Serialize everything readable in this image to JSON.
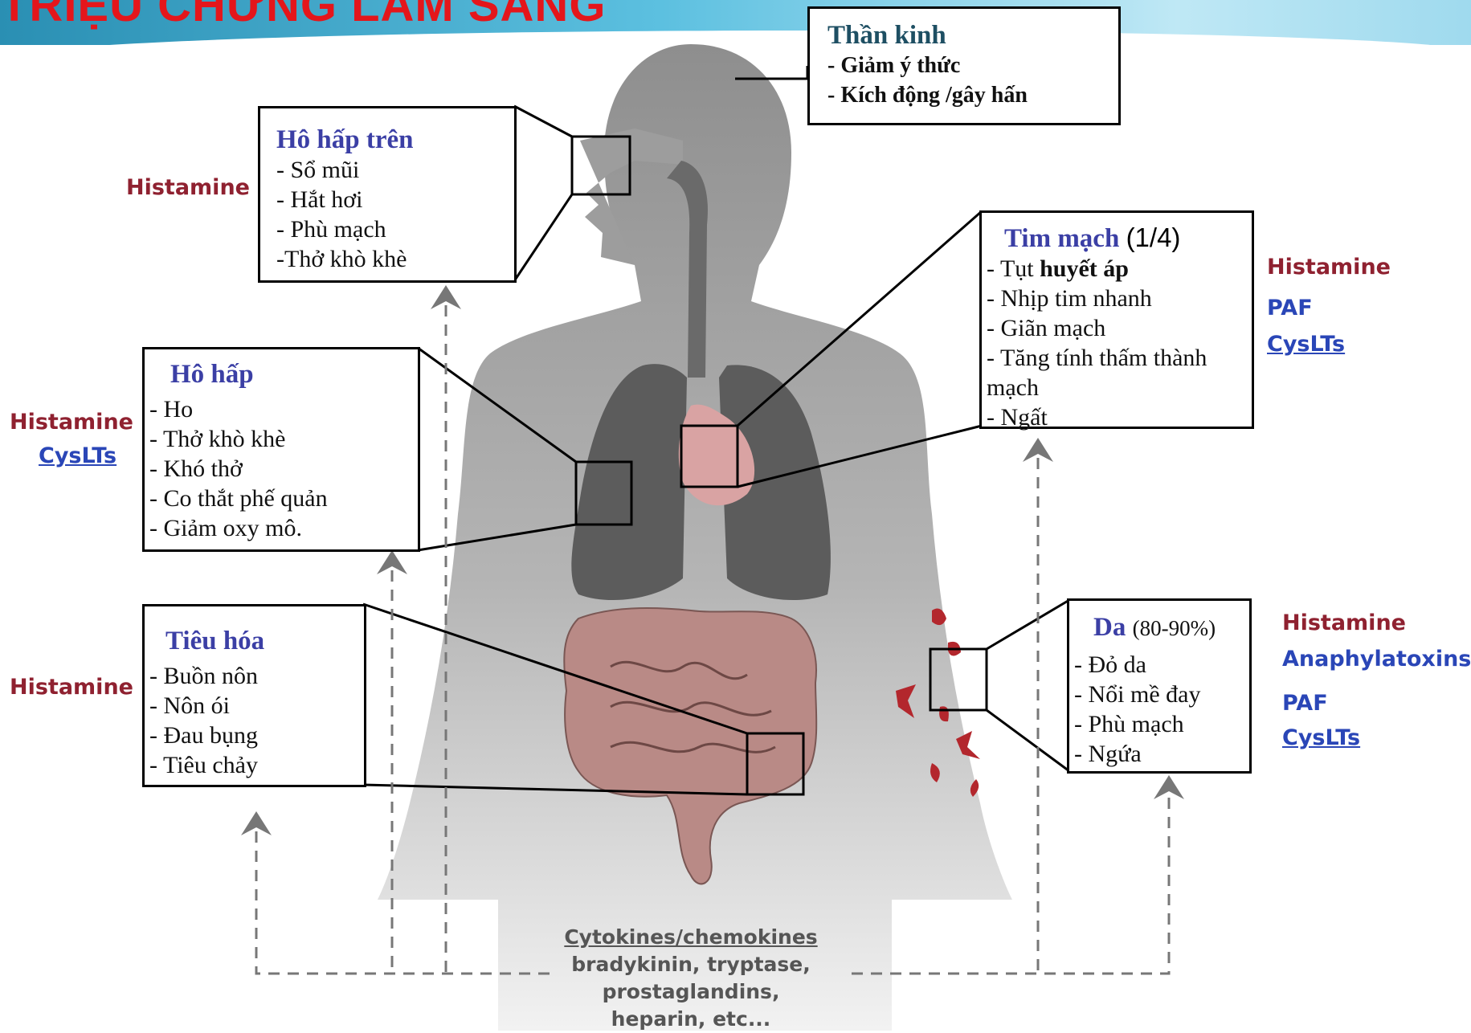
{
  "title": "TRIỆU CHỨNG LÂM SÀNG",
  "boxes": {
    "than_kinh": {
      "heading": "Thần kinh",
      "lines": [
        "- Giảm ý thức",
        "- Kích động /gây hấn"
      ]
    },
    "ho_hap_tren": {
      "heading": "Hô hấp trên",
      "lines": [
        "- Sổ mũi",
        "- Hắt hơi",
        "- Phù mạch",
        "-Thở khò khè"
      ]
    },
    "ho_hap": {
      "heading": "Hô hấp",
      "lines": [
        "- Ho",
        "- Thở khò khè",
        "- Khó thở",
        "- Co thắt phế quản",
        "- Giảm oxy mô."
      ]
    },
    "tieu_hoa": {
      "heading": "Tiêu hóa",
      "lines": [
        "- Buồn nôn",
        "- Nôn ói",
        "- Đau bụng",
        "- Tiêu chảy"
      ]
    },
    "tim_mach": {
      "heading": "Tim mạch",
      "fraction": "(1/4)",
      "line1_prefix": "- Tụt ",
      "line1_bold": "huyết áp",
      "lines": [
        "- Nhịp tim nhanh",
        "- Giãn mạch",
        "- Tăng tính thấm thành",
        "mạch",
        "- Ngất"
      ]
    },
    "da": {
      "heading": "Da",
      "percent": "(80-90%)",
      "lines": [
        "- Đỏ da",
        "- Nổi mề đay",
        "- Phù mạch",
        "- Ngứa"
      ]
    }
  },
  "mediators": {
    "ho_hap_tren": [
      "Histamine"
    ],
    "ho_hap": [
      "Histamine",
      "CysLTs"
    ],
    "tieu_hoa": [
      "Histamine"
    ],
    "tim_mach": [
      "Histamine",
      "PAF",
      "CysLTs"
    ],
    "da": [
      "Histamine",
      "Anaphylatoxins",
      "PAF",
      "CysLTs"
    ]
  },
  "bottom": {
    "line1": "Cytokines/chemokines",
    "line2": "bradykinin, tryptase,",
    "line3": "prostaglandins,",
    "line4": "heparin, etc..."
  },
  "colors": {
    "title": "#e4161b",
    "heading": "#3b3fa5",
    "mediator_red": "#8f2130",
    "mediator_blue": "#2a46b7",
    "body": "#9a9a9a",
    "organs": "#5c5c5c",
    "heart": "#d9a3a3",
    "intestine": "#b98a86"
  }
}
